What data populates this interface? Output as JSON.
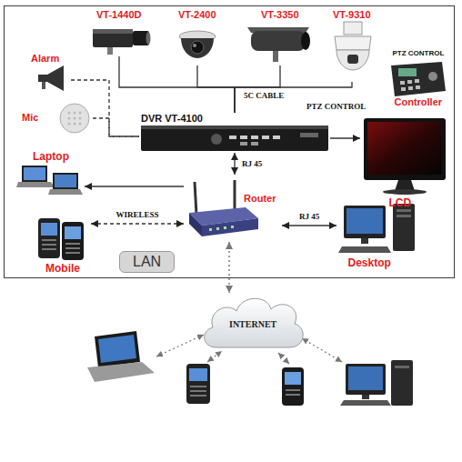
{
  "diagram": {
    "nodes": [
      {
        "text": [
          "LAN"
        ]
      },
      {
        "text": [
          "VT-1440D"
        ],
        "in": 0
      },
      {
        "text": [
          "VT-2400"
        ],
        "in": 0
      },
      {
        "text": [
          "VT-3350"
        ],
        "in": 0
      },
      {
        "text": [
          "VT-9310"
        ],
        "in": 0
      },
      {
        "text": [
          "PTZ CONTROL",
          "Controller"
        ],
        "in": 0
      },
      {
        "text": [
          "Alarm"
        ],
        "in": 0
      },
      {
        "text": [
          "Mic"
        ],
        "in": 0
      },
      {
        "text": [
          "DVR VT-4100"
        ],
        "in": 0
      },
      {
        "text": [
          "Laptop"
        ],
        "in": 0
      },
      {
        "text": [
          "Mobile"
        ],
        "in": 0
      },
      {
        "text": [
          "Router"
        ],
        "in": 0
      },
      {
        "text": [
          "LCD"
        ],
        "in": 0
      },
      {
        "text": [
          "Desktop"
        ],
        "in": 0
      },
      {
        "text": [
          "INTERNET"
        ]
      }
    ],
    "edges": [
      {
        "from": 1,
        "to": 8,
        "arrow": "none"
      },
      {
        "from": 2,
        "to": 8,
        "arrow": "none"
      },
      {
        "from": 3,
        "to": 8,
        "arrow": "none"
      },
      {
        "from": 4,
        "to": 8,
        "arrow": "none"
      },
      {
        "from": 6,
        "to": 8,
        "arrow": "none"
      },
      {
        "from": 7,
        "to": 8,
        "arrow": "none"
      },
      {
        "from": 8,
        "to": 12,
        "arrow": "to"
      },
      {
        "from": 8,
        "to": 11,
        "label": "RJ 45",
        "arrow": "both"
      },
      {
        "from": 11,
        "to": 9,
        "arrow": "to"
      },
      {
        "from": 10,
        "to": 11,
        "label": "WIRELESS",
        "arrow": "both"
      },
      {
        "from": 11,
        "to": 13,
        "label": "RJ 45",
        "arrow": "both"
      },
      {
        "from": 11,
        "to": 14,
        "arrow": "both"
      }
    ],
    "labels": [
      "5C CABLE",
      "PTZ CONTROL"
    ]
  }
}
